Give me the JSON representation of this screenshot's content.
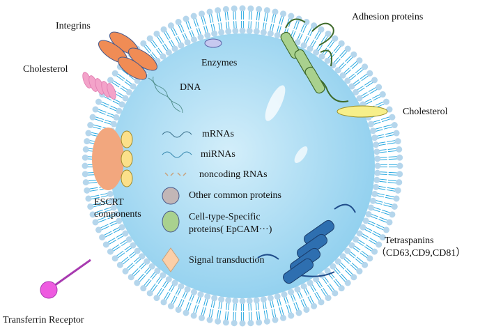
{
  "labels": {
    "integrins": "Integrins",
    "cholesterol_left": "Cholesterol",
    "enzymes": "Enzymes",
    "dna": "DNA",
    "adhesion": "Adhesion proteins",
    "cholesterol_right": "Cholesterol",
    "escrt_1": "ESCRT",
    "escrt_2": "components",
    "tetraspanins": "Tetraspanins",
    "tetraspanins_examples": "（CD63,CD9,CD81）",
    "transferrin": "Transferrin Receptor"
  },
  "legend": {
    "mrnas": "mRNAs",
    "mirnas": "miRNAs",
    "noncoding": "noncoding RNAs",
    "other_proteins": "Other common proteins",
    "specific_1": "Cell-type-Specific",
    "specific_2": "proteins( EpCAM···)",
    "signal": "Signal transduction"
  },
  "colors": {
    "lumen": "#a9dcf3",
    "head": "#b5d6ec",
    "tail": "#29a9e1",
    "integrin": "#f08c55",
    "cholesterol": "#f3a3c9",
    "escrt": "#f2a77e",
    "escrt_small": "#fbe08a",
    "adhesion": "#a9d18e",
    "tetraspanin": "#2e6fb0",
    "transferrin": "#ee5be0",
    "cholesterol_yellow": "#f7ef8a",
    "enzyme": "#c7c9f0",
    "other_protein": "#c2b6b6",
    "signal": "#fbcfa8"
  }
}
